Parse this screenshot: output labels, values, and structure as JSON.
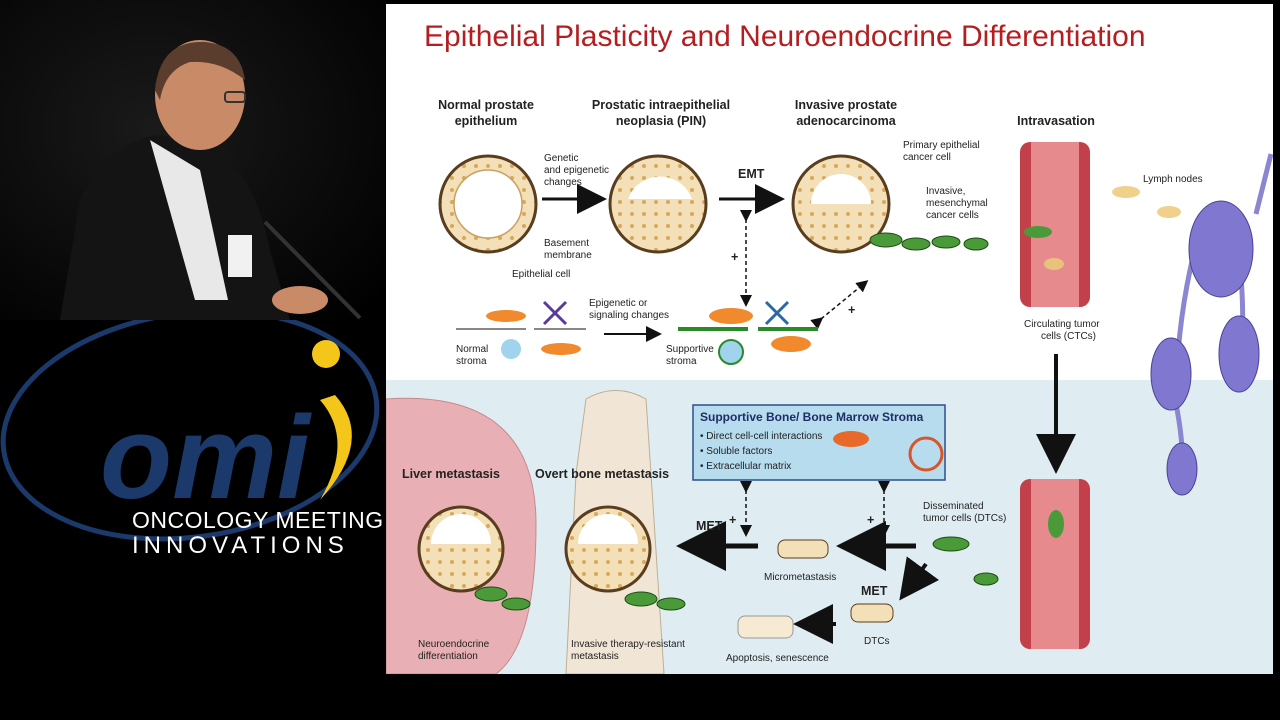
{
  "slide": {
    "title": "Epithelial Plasticity and Neuroendocrine Differentiation",
    "stages": {
      "normal": "Normal prostate\nepithelium",
      "pin": "Prostatic intraepithelial\nneoplasia (PIN)",
      "invasive": "Invasive prostate\nadenocarcinoma",
      "intravasation": "Intravasation"
    },
    "labels": {
      "genetic": "Genetic\nand epigenetic\nchanges",
      "basement": "Basement\nmembrane",
      "epithelial_cell": "Epithelial cell",
      "emt": "EMT",
      "primary_cell": "Primary epithelial\ncancer cell",
      "mesenchymal": "Invasive,\nmesenchymal\ncancer cells",
      "lymph": "Lymph nodes",
      "normal_stroma": "Normal\nstroma",
      "epigenetic_sig": "Epigenetic or\nsignaling changes",
      "supportive_stroma": "Supportive\nstroma",
      "ctc": "Circulating tumor\ncells (CTCs)",
      "plus": "+",
      "liver_met": "Liver metastasis",
      "bone_met": "Overt bone metastasis",
      "met": "MET",
      "micromet": "Micrometastasis",
      "dtc": "Disseminated\ntumor cells (DTCs)",
      "dtcs_small": "DTCs",
      "apoptosis": "Apoptosis, senescence",
      "neuro": "Neuroendocrine\ndifferentiation",
      "therapy_res": "Invasive therapy-resistant\nmetastasis"
    },
    "bone_box": {
      "title": "Supportive Bone/ Bone Marrow Stroma",
      "items": [
        "• Direct cell-cell interactions",
        "• Soluble factors",
        "• Extracellular matrix"
      ]
    }
  },
  "logo": {
    "letters": "omi",
    "line1": "ONCOLOGY MEETING",
    "line2": "INNOVATIONS",
    "colors": {
      "navy": "#1b3a6b",
      "yellow": "#f4c619"
    }
  },
  "speaker_badge": {
    "visible": true
  }
}
